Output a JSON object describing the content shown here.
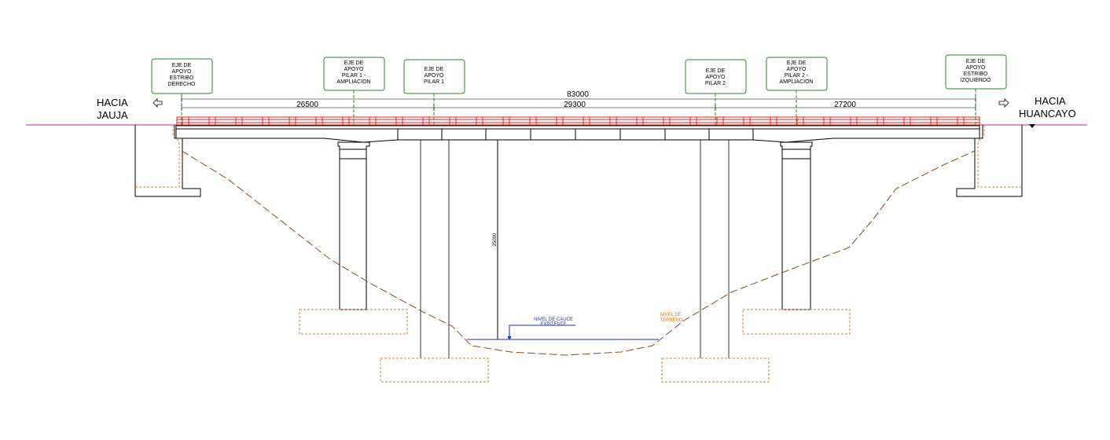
{
  "directions": {
    "left": [
      "HACIA",
      "JAUJA"
    ],
    "right": [
      "HACIA",
      "HUANCAYO"
    ]
  },
  "axis_labels": [
    {
      "id": "estribo-derecho",
      "lines": [
        "EJE DE",
        "APOYO",
        "ESTRIBO",
        "DERECHO"
      ]
    },
    {
      "id": "pilar-1-ampliacion",
      "lines": [
        "EJE DE",
        "APOYO",
        "PILAR 1 -",
        "AMPLIACION"
      ]
    },
    {
      "id": "pilar-1",
      "lines": [
        "EJE DE",
        "APOYO",
        "PILAR 1"
      ]
    },
    {
      "id": "pilar-2",
      "lines": [
        "EJE DE",
        "APOYO",
        "PILAR 2"
      ]
    },
    {
      "id": "pilar-2-ampliacion",
      "lines": [
        "EJE DE",
        "APOYO",
        "PILAR 2 -",
        "AMPLIACION"
      ]
    },
    {
      "id": "estribo-izquierdo",
      "lines": [
        "EJE DE",
        "APOYO",
        "ESTRIBO",
        "IZQUIERDO"
      ]
    }
  ],
  "dimensions": {
    "total": "83000",
    "spans": [
      "26500",
      "29300",
      "27200"
    ],
    "height": "25000"
  },
  "notes": {
    "cauce": [
      "NIVEL DE CAUCE",
      "EXISTENTE"
    ],
    "terreno": [
      "NIVEL DE",
      "TERRENO"
    ]
  },
  "colors": {
    "leader": "#2a8a2a",
    "railing": "#e8201a",
    "ground_line": "#c0209a",
    "terrain": "#8b4a1a",
    "foundation": "#e07820",
    "water": "#1a2fd6",
    "structure": "#000000"
  }
}
